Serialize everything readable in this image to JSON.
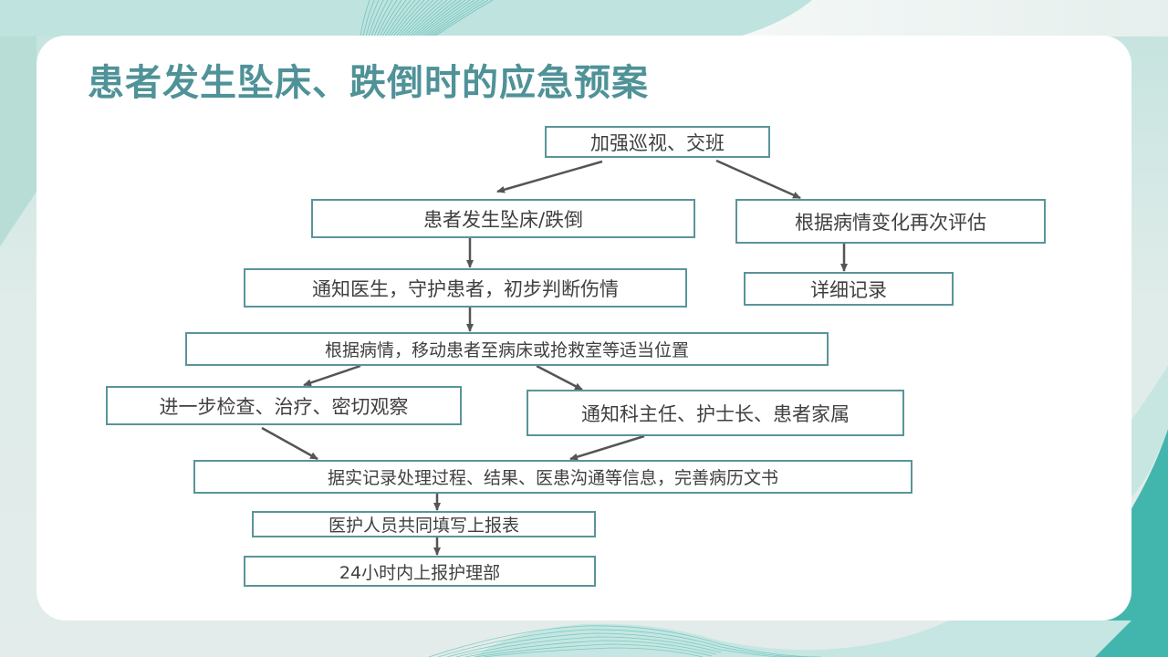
{
  "slide": {
    "title": "患者发生坠床、跌倒时的应急预案",
    "colors": {
      "title": "#4f9298",
      "box_border": "#5a9499",
      "box_text": "#404040",
      "arrow": "#555555",
      "bg_teal_dark": "#41b5ae",
      "bg_teal_light": "#c3e3de"
    }
  },
  "flowchart": {
    "nodes": {
      "patrol": "加强巡视、交班",
      "fall": "患者发生坠床/跌倒",
      "reassess": "根据病情变化再次评估",
      "record_detail": "详细记录",
      "notify_doctor": "通知医生，守护患者，初步判断伤情",
      "move_patient": "根据病情，移动患者至病床或抢救室等适当位置",
      "further_exam": "进一步检查、治疗、密切观察",
      "notify_family": "通知科主任、护士长、患者家属",
      "document": "据实记录处理过程、结果、医患沟通等信息，完善病历文书",
      "fill_report": "医护人员共同填写上报表",
      "report_24h": "24小时内上报护理部"
    },
    "edges": [
      [
        "patrol",
        "fall"
      ],
      [
        "patrol",
        "reassess"
      ],
      [
        "reassess",
        "record_detail"
      ],
      [
        "fall",
        "notify_doctor"
      ],
      [
        "notify_doctor",
        "move_patient"
      ],
      [
        "move_patient",
        "further_exam"
      ],
      [
        "move_patient",
        "notify_family"
      ],
      [
        "further_exam",
        "document"
      ],
      [
        "notify_family",
        "document"
      ],
      [
        "document",
        "fill_report"
      ],
      [
        "fill_report",
        "report_24h"
      ]
    ]
  }
}
